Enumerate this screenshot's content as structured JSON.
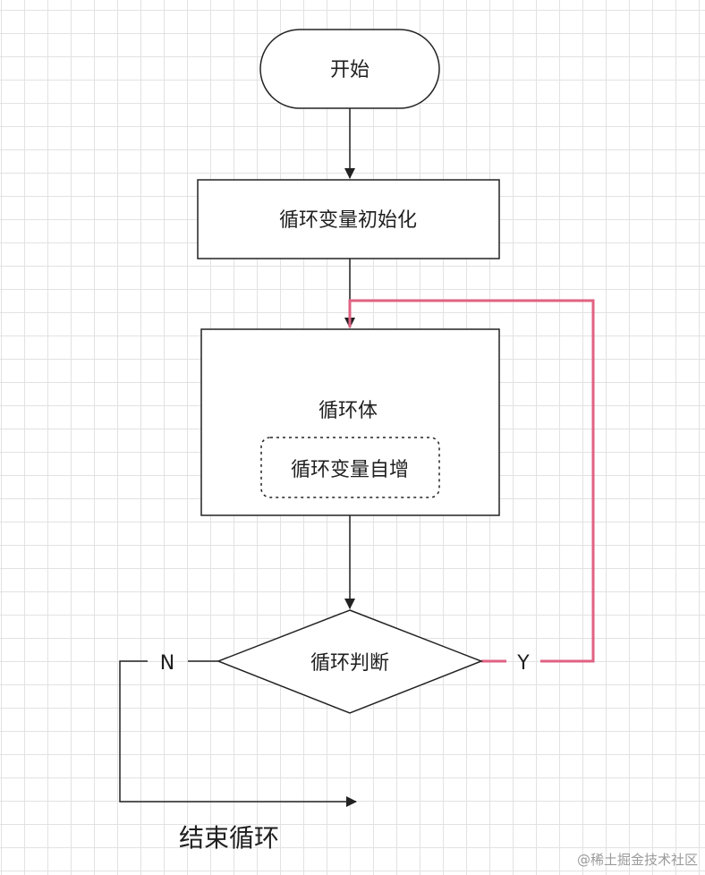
{
  "diagram": {
    "nodes": {
      "start": {
        "label": "开始",
        "shape": "terminator"
      },
      "init": {
        "label": "循环变量初始化",
        "shape": "process"
      },
      "body": {
        "label": "循环体",
        "shape": "process"
      },
      "increment": {
        "label": "循环变量自增",
        "shape": "dashed-rounded-rect"
      },
      "decision": {
        "label": "循环判断",
        "shape": "diamond"
      },
      "end": {
        "label": "结束循环",
        "shape": "plain-text"
      }
    },
    "edges": {
      "no_label": "N",
      "yes_label": "Y"
    },
    "colors": {
      "loop_back_edge": "#e06283",
      "stroke": "#222222",
      "grid": "#e2e2e2"
    }
  },
  "watermark": "@稀土掘金技术社区"
}
